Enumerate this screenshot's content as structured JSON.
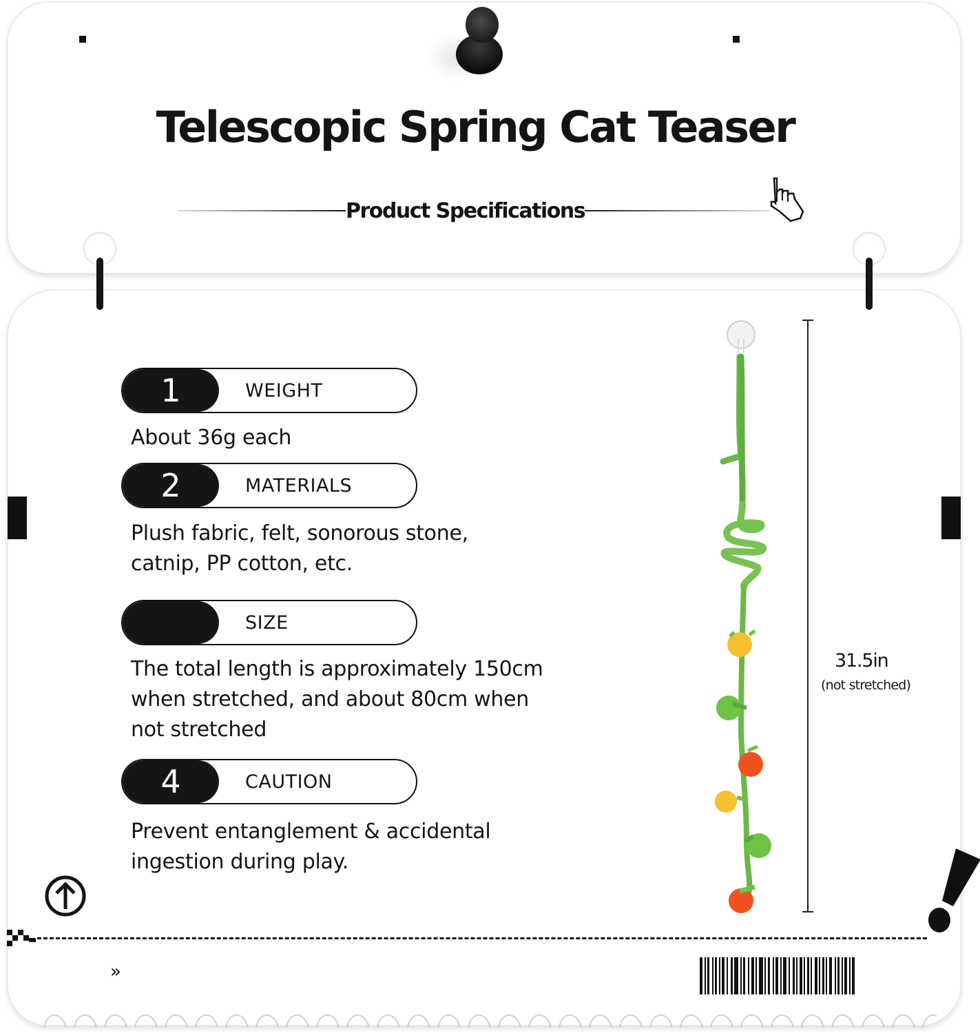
{
  "header": {
    "title": "Telescopic Spring Cat Teaser",
    "subtitle": "Product Specifications"
  },
  "specs": [
    {
      "number": "1",
      "label": "WEIGHT",
      "description": [
        "About 36g each"
      ]
    },
    {
      "number": "2",
      "label": "MATERIALS",
      "description": [
        "Plush fabric, felt, sonorous stone,",
        "catnip, PP cotton, etc."
      ]
    },
    {
      "number": "",
      "label": "SIZE",
      "description": [
        "The total length is approximately 150cm",
        "when stretched, and about 80cm when",
        "not stretched"
      ]
    },
    {
      "number": "4",
      "label": "CAUTION",
      "description": [
        "Prevent entanglement & accidental",
        "ingestion during play."
      ]
    }
  ],
  "dimension": {
    "value": "31.5in",
    "note": "(not stretched)"
  },
  "footer": {
    "chevrons": "»"
  },
  "colors": {
    "ink": "#141414",
    "background": "#ffffff",
    "stem_green": "#6cb84a",
    "fruit_yellow": "#f6c12e",
    "fruit_orange": "#f0511e",
    "fruit_green": "#6ec244"
  },
  "icons": [
    "pushpin-icon",
    "hand-cursor-icon",
    "up-arrow-circle-icon",
    "exclamation-icon",
    "checker-icon",
    "barcode-icon",
    "chevrons-icon"
  ]
}
